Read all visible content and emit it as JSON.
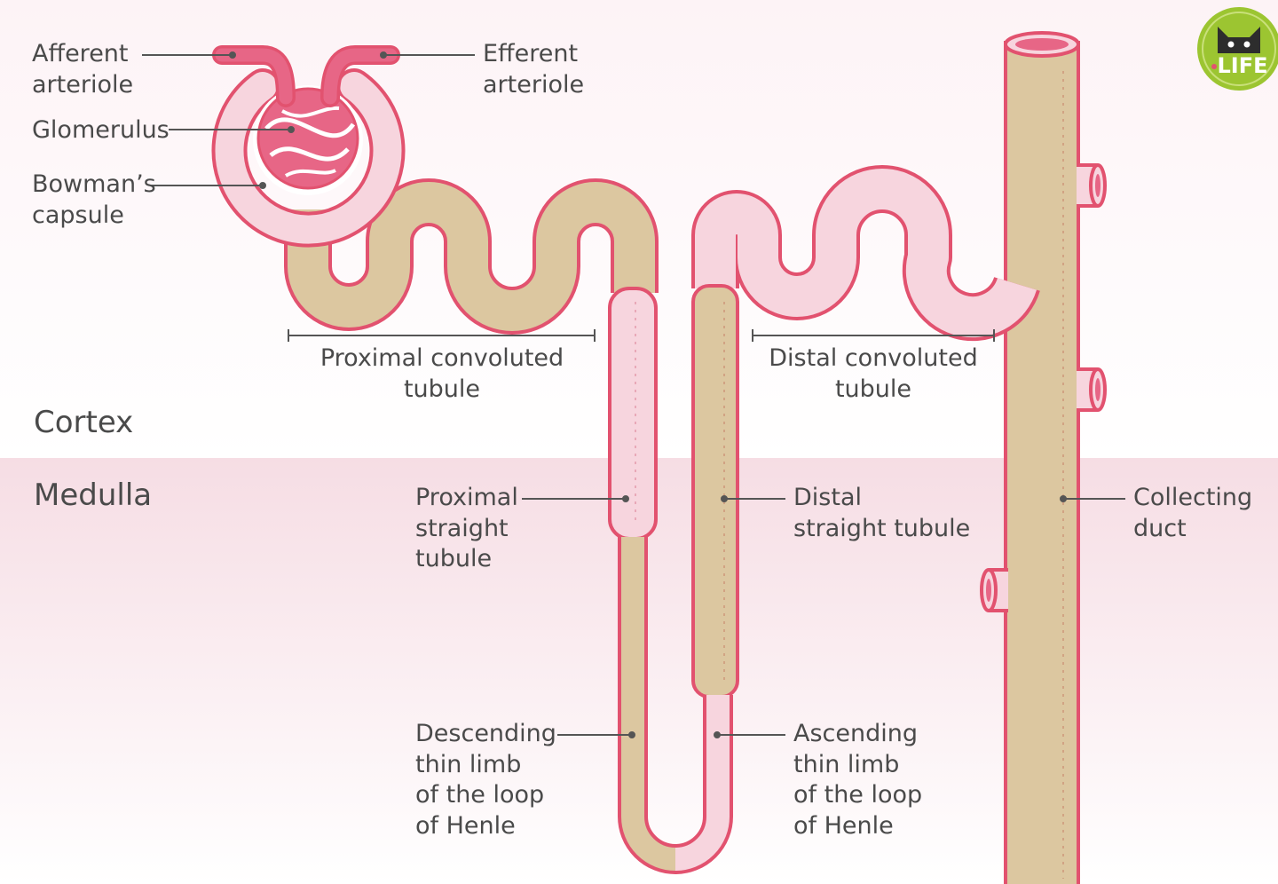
{
  "regions": {
    "cortex": "Cortex",
    "medulla": "Medulla"
  },
  "labels": {
    "afferent_arteriole": [
      "Afferent",
      "arteriole"
    ],
    "efferent_arteriole": [
      "Efferent",
      "arteriole"
    ],
    "glomerulus": [
      "Glomerulus"
    ],
    "bowmans_capsule": [
      "Bowman’s",
      "capsule"
    ],
    "proximal_convoluted_tubule": [
      "Proximal convoluted",
      "tubule"
    ],
    "distal_convoluted_tubule": [
      "Distal convoluted",
      "tubule"
    ],
    "proximal_straight_tubule": [
      "Proximal",
      "straight",
      "tubule"
    ],
    "distal_straight_tubule": [
      "Distal",
      "straight tubule"
    ],
    "collecting_duct": [
      "Collecting",
      "duct"
    ],
    "descending_thin_limb": [
      "Descending",
      "thin limb",
      "of the loop",
      "of Henle"
    ],
    "ascending_thin_limb": [
      "Ascending",
      "thin limb",
      "of the loop",
      "of Henle"
    ]
  },
  "logo": {
    "text": "LIFE"
  },
  "colors": {
    "outline": "#e2526f",
    "tan": "#dcc7a0",
    "pink_fill": "#f7d5de",
    "vessel": "#e76686",
    "medulla_band": "#f6dee4",
    "logo_green": "#9cc531",
    "text": "#4a4a4a"
  }
}
